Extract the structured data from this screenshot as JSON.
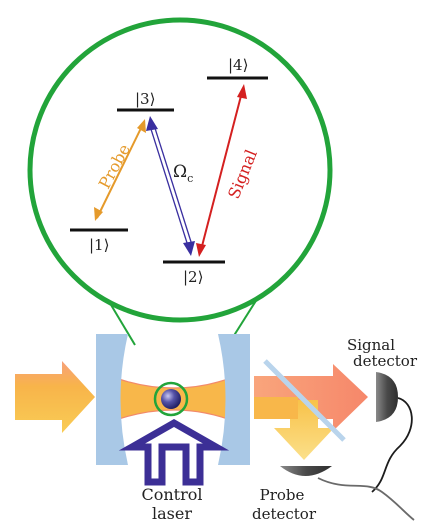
{
  "levels": {
    "l1": "|1⟩",
    "l2": "|2⟩",
    "l3": "|3⟩",
    "l4": "|4⟩"
  },
  "transitions": {
    "probe": "Probe",
    "omega_main": "Ω",
    "omega_sub": "c",
    "signal": "Signal"
  },
  "labels": {
    "signal_detector_line1": "Signal",
    "signal_detector_line2": "detector",
    "probe_detector_line1": "Probe",
    "probe_detector_line2": "detector",
    "control_laser_line1": "Control",
    "control_laser_line2": "laser"
  },
  "colors": {
    "circle": "#22a43a",
    "probe": "#e59a2b",
    "coupling": "#3a2fa0",
    "signal": "#d42020",
    "mirror": "#a9c8e6",
    "beam": "#f7b53c",
    "signal_beam": "#f68a6a",
    "control_arrow": "#3c2f96"
  }
}
